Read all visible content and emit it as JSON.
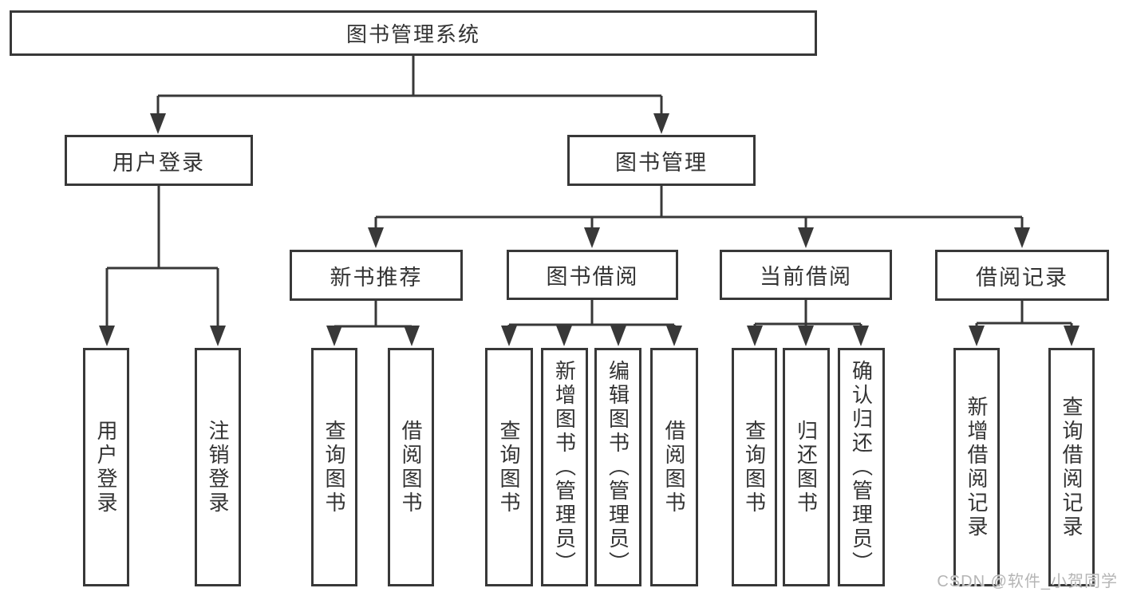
{
  "tree": {
    "label": "图书管理系统",
    "children": [
      {
        "label": "用户登录",
        "children": [
          {
            "label": "用户登录"
          },
          {
            "label": "注销登录"
          }
        ]
      },
      {
        "label": "图书管理",
        "children": [
          {
            "label": "新书推荐",
            "children": [
              {
                "label": "查询图书"
              },
              {
                "label": "借阅图书"
              }
            ]
          },
          {
            "label": "图书借阅",
            "children": [
              {
                "label": "查询图书"
              },
              {
                "label": "新增图书（管理员）"
              },
              {
                "label": "编辑图书（管理员）"
              },
              {
                "label": "借阅图书"
              }
            ]
          },
          {
            "label": "当前借阅",
            "children": [
              {
                "label": "查询图书"
              },
              {
                "label": "归还图书"
              },
              {
                "label": "确认归还（管理员）"
              }
            ]
          },
          {
            "label": "借阅记录",
            "children": [
              {
                "label": "新增借阅记录"
              },
              {
                "label": "查询借阅记录"
              }
            ]
          }
        ]
      }
    ]
  },
  "watermark": {
    "text": "CSDN @软件_小贺同学"
  },
  "colors": {
    "line": "#383838",
    "text": "#333333",
    "watermark": "#b5b5b5",
    "background": "#ffffff"
  }
}
